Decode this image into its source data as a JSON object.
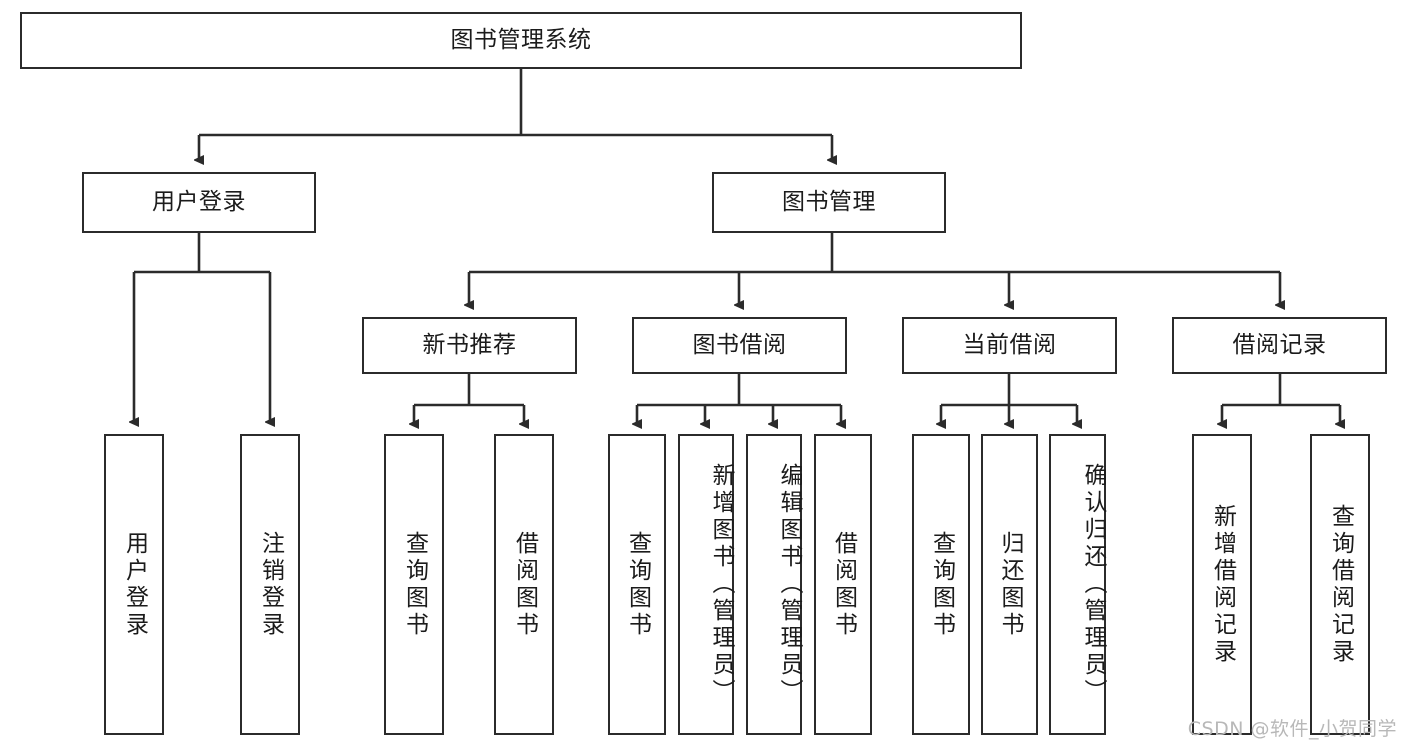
{
  "diagram": {
    "title": "图书管理系统",
    "type": "tree",
    "colors": {
      "box_border": "#2b2b2b",
      "box_fill": "#ffffff",
      "connector": "#2b2b2b",
      "background": "#ffffff",
      "watermark": "#b8b8b8"
    },
    "levels": {
      "root": {
        "label": "图书管理系统"
      },
      "level2": [
        {
          "id": "user-login",
          "label": "用户登录"
        },
        {
          "id": "book-manage",
          "label": "图书管理"
        }
      ],
      "level3": [
        {
          "id": "new-book-recommend",
          "label": "新书推荐",
          "parent": "book-manage"
        },
        {
          "id": "book-borrow",
          "label": "图书借阅",
          "parent": "book-manage"
        },
        {
          "id": "current-borrow",
          "label": "当前借阅",
          "parent": "book-manage"
        },
        {
          "id": "borrow-record",
          "label": "借阅记录",
          "parent": "book-manage"
        }
      ],
      "leaves": [
        {
          "id": "leaf-user-login",
          "label": "用户登录",
          "parent": "user-login"
        },
        {
          "id": "leaf-logout",
          "label": "注销登录",
          "parent": "user-login"
        },
        {
          "id": "leaf-query-book-1",
          "label": "查询图书",
          "parent": "new-book-recommend"
        },
        {
          "id": "leaf-borrow-book-1",
          "label": "借阅图书",
          "parent": "new-book-recommend"
        },
        {
          "id": "leaf-query-book-2",
          "label": "查询图书",
          "parent": "book-borrow"
        },
        {
          "id": "leaf-add-book",
          "label": "新增图书（管理员）",
          "parent": "book-borrow"
        },
        {
          "id": "leaf-edit-book",
          "label": "编辑图书（管理员）",
          "parent": "book-borrow"
        },
        {
          "id": "leaf-borrow-book-2",
          "label": "借阅图书",
          "parent": "book-borrow"
        },
        {
          "id": "leaf-query-book-3",
          "label": "查询图书",
          "parent": "current-borrow"
        },
        {
          "id": "leaf-return-book",
          "label": "归还图书",
          "parent": "current-borrow"
        },
        {
          "id": "leaf-confirm-return",
          "label": "确认归还（管理员）",
          "parent": "current-borrow"
        },
        {
          "id": "leaf-add-record",
          "label": "新增借阅记录",
          "parent": "borrow-record"
        },
        {
          "id": "leaf-query-record",
          "label": "查询借阅记录",
          "parent": "borrow-record"
        }
      ]
    }
  },
  "watermark": {
    "text": "CSDN @软件_小贺同学"
  }
}
